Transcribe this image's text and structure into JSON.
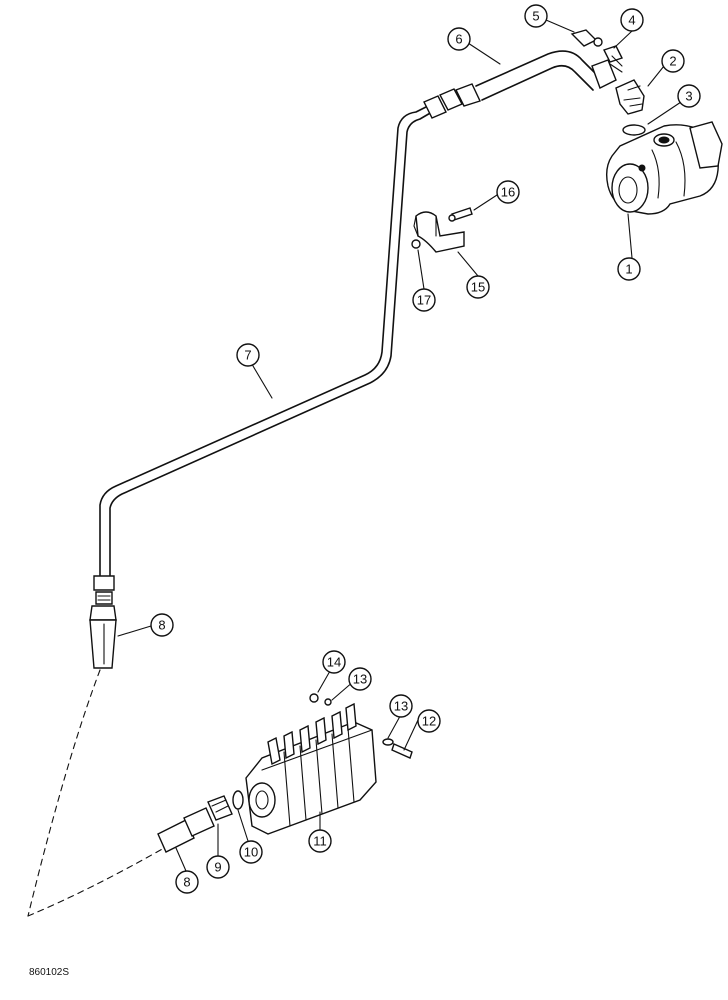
{
  "figure_id": "860102S",
  "callouts": [
    "1",
    "2",
    "3",
    "4",
    "5",
    "6",
    "7",
    "8",
    "8",
    "9",
    "10",
    "11",
    "12",
    "13",
    "13",
    "14",
    "15",
    "16",
    "17"
  ]
}
